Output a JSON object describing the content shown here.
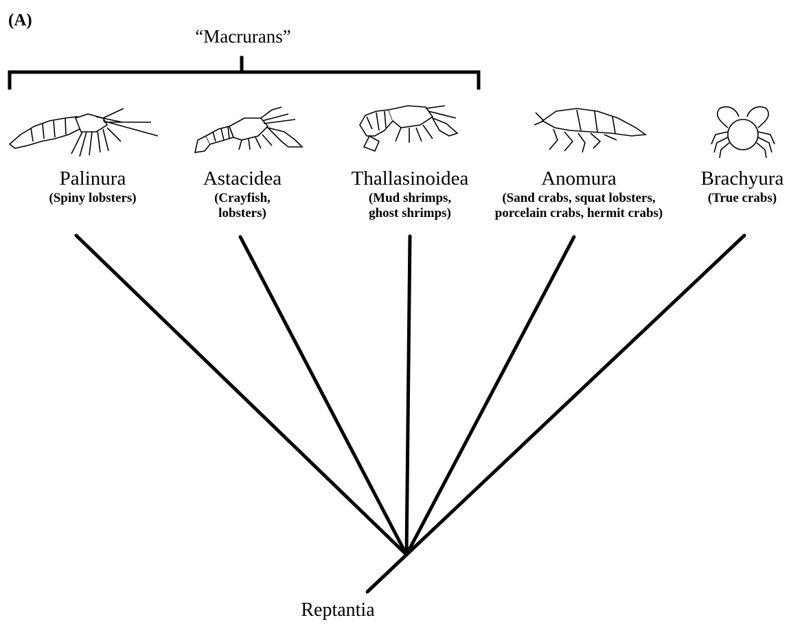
{
  "panel_label": "(A)",
  "group": {
    "label": "“Macrurans”"
  },
  "taxa": [
    {
      "name": "Palinura",
      "common_lines": [
        "(Spiny lobsters)"
      ],
      "icon": "spiny-lobster-icon"
    },
    {
      "name": "Astacidea",
      "common_lines": [
        "(Crayfish,",
        "lobsters)"
      ],
      "icon": "crayfish-icon"
    },
    {
      "name": "Thallasinoidea",
      "common_lines": [
        "(Mud shrimps,",
        "ghost shrimps)"
      ],
      "icon": "mud-shrimp-icon"
    },
    {
      "name": "Anomura",
      "common_lines": [
        "(Sand crabs, squat lobsters,",
        "porcelain crabs, hermit crabs)"
      ],
      "icon": "squat-lobster-icon"
    },
    {
      "name": "Brachyura",
      "common_lines": [
        "(True crabs)"
      ],
      "icon": "true-crab-icon"
    }
  ],
  "root": {
    "label": "Reptantia"
  }
}
